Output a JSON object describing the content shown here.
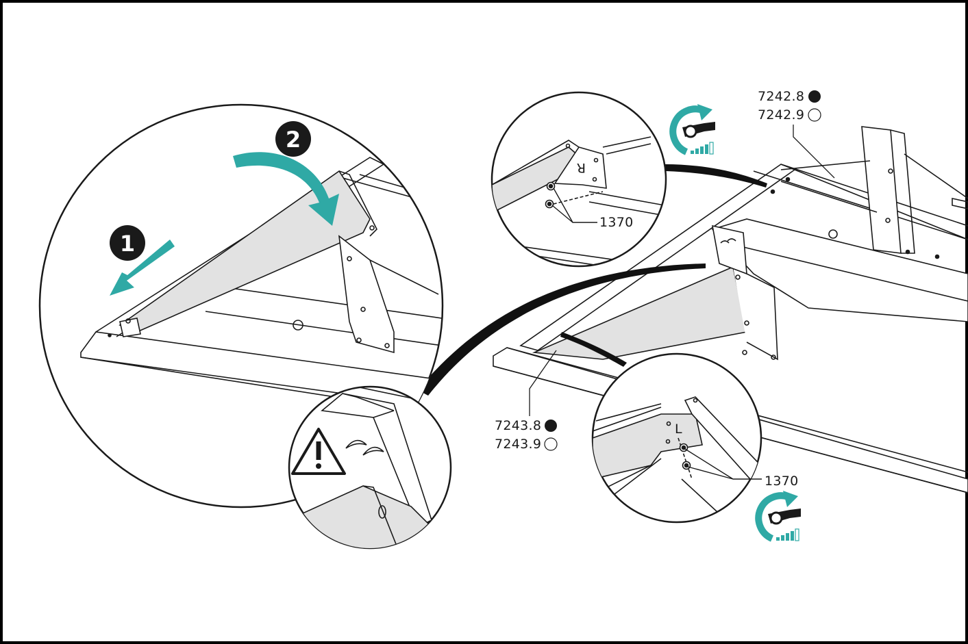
{
  "steps": [
    {
      "number": "1"
    },
    {
      "number": "2"
    }
  ],
  "parts": {
    "upper_right_dark": "7242.8",
    "upper_right_light": "7242.9",
    "lower_left_dark": "7243.8",
    "lower_left_light": "7243.9",
    "screw_top": "1370",
    "screw_bottom": "1370",
    "side_mark_right": "R",
    "side_mark_left": "L"
  },
  "colors": {
    "accent_teal": "#2fa9a5",
    "panel_gray": "#e2e2e2",
    "line": "#1a1a1a"
  },
  "icons": [
    "arrow-slide-icon",
    "arrow-rotate-icon",
    "warning-icon",
    "tighten-wrench-icon",
    "filled-dot-icon",
    "empty-dot-icon"
  ]
}
